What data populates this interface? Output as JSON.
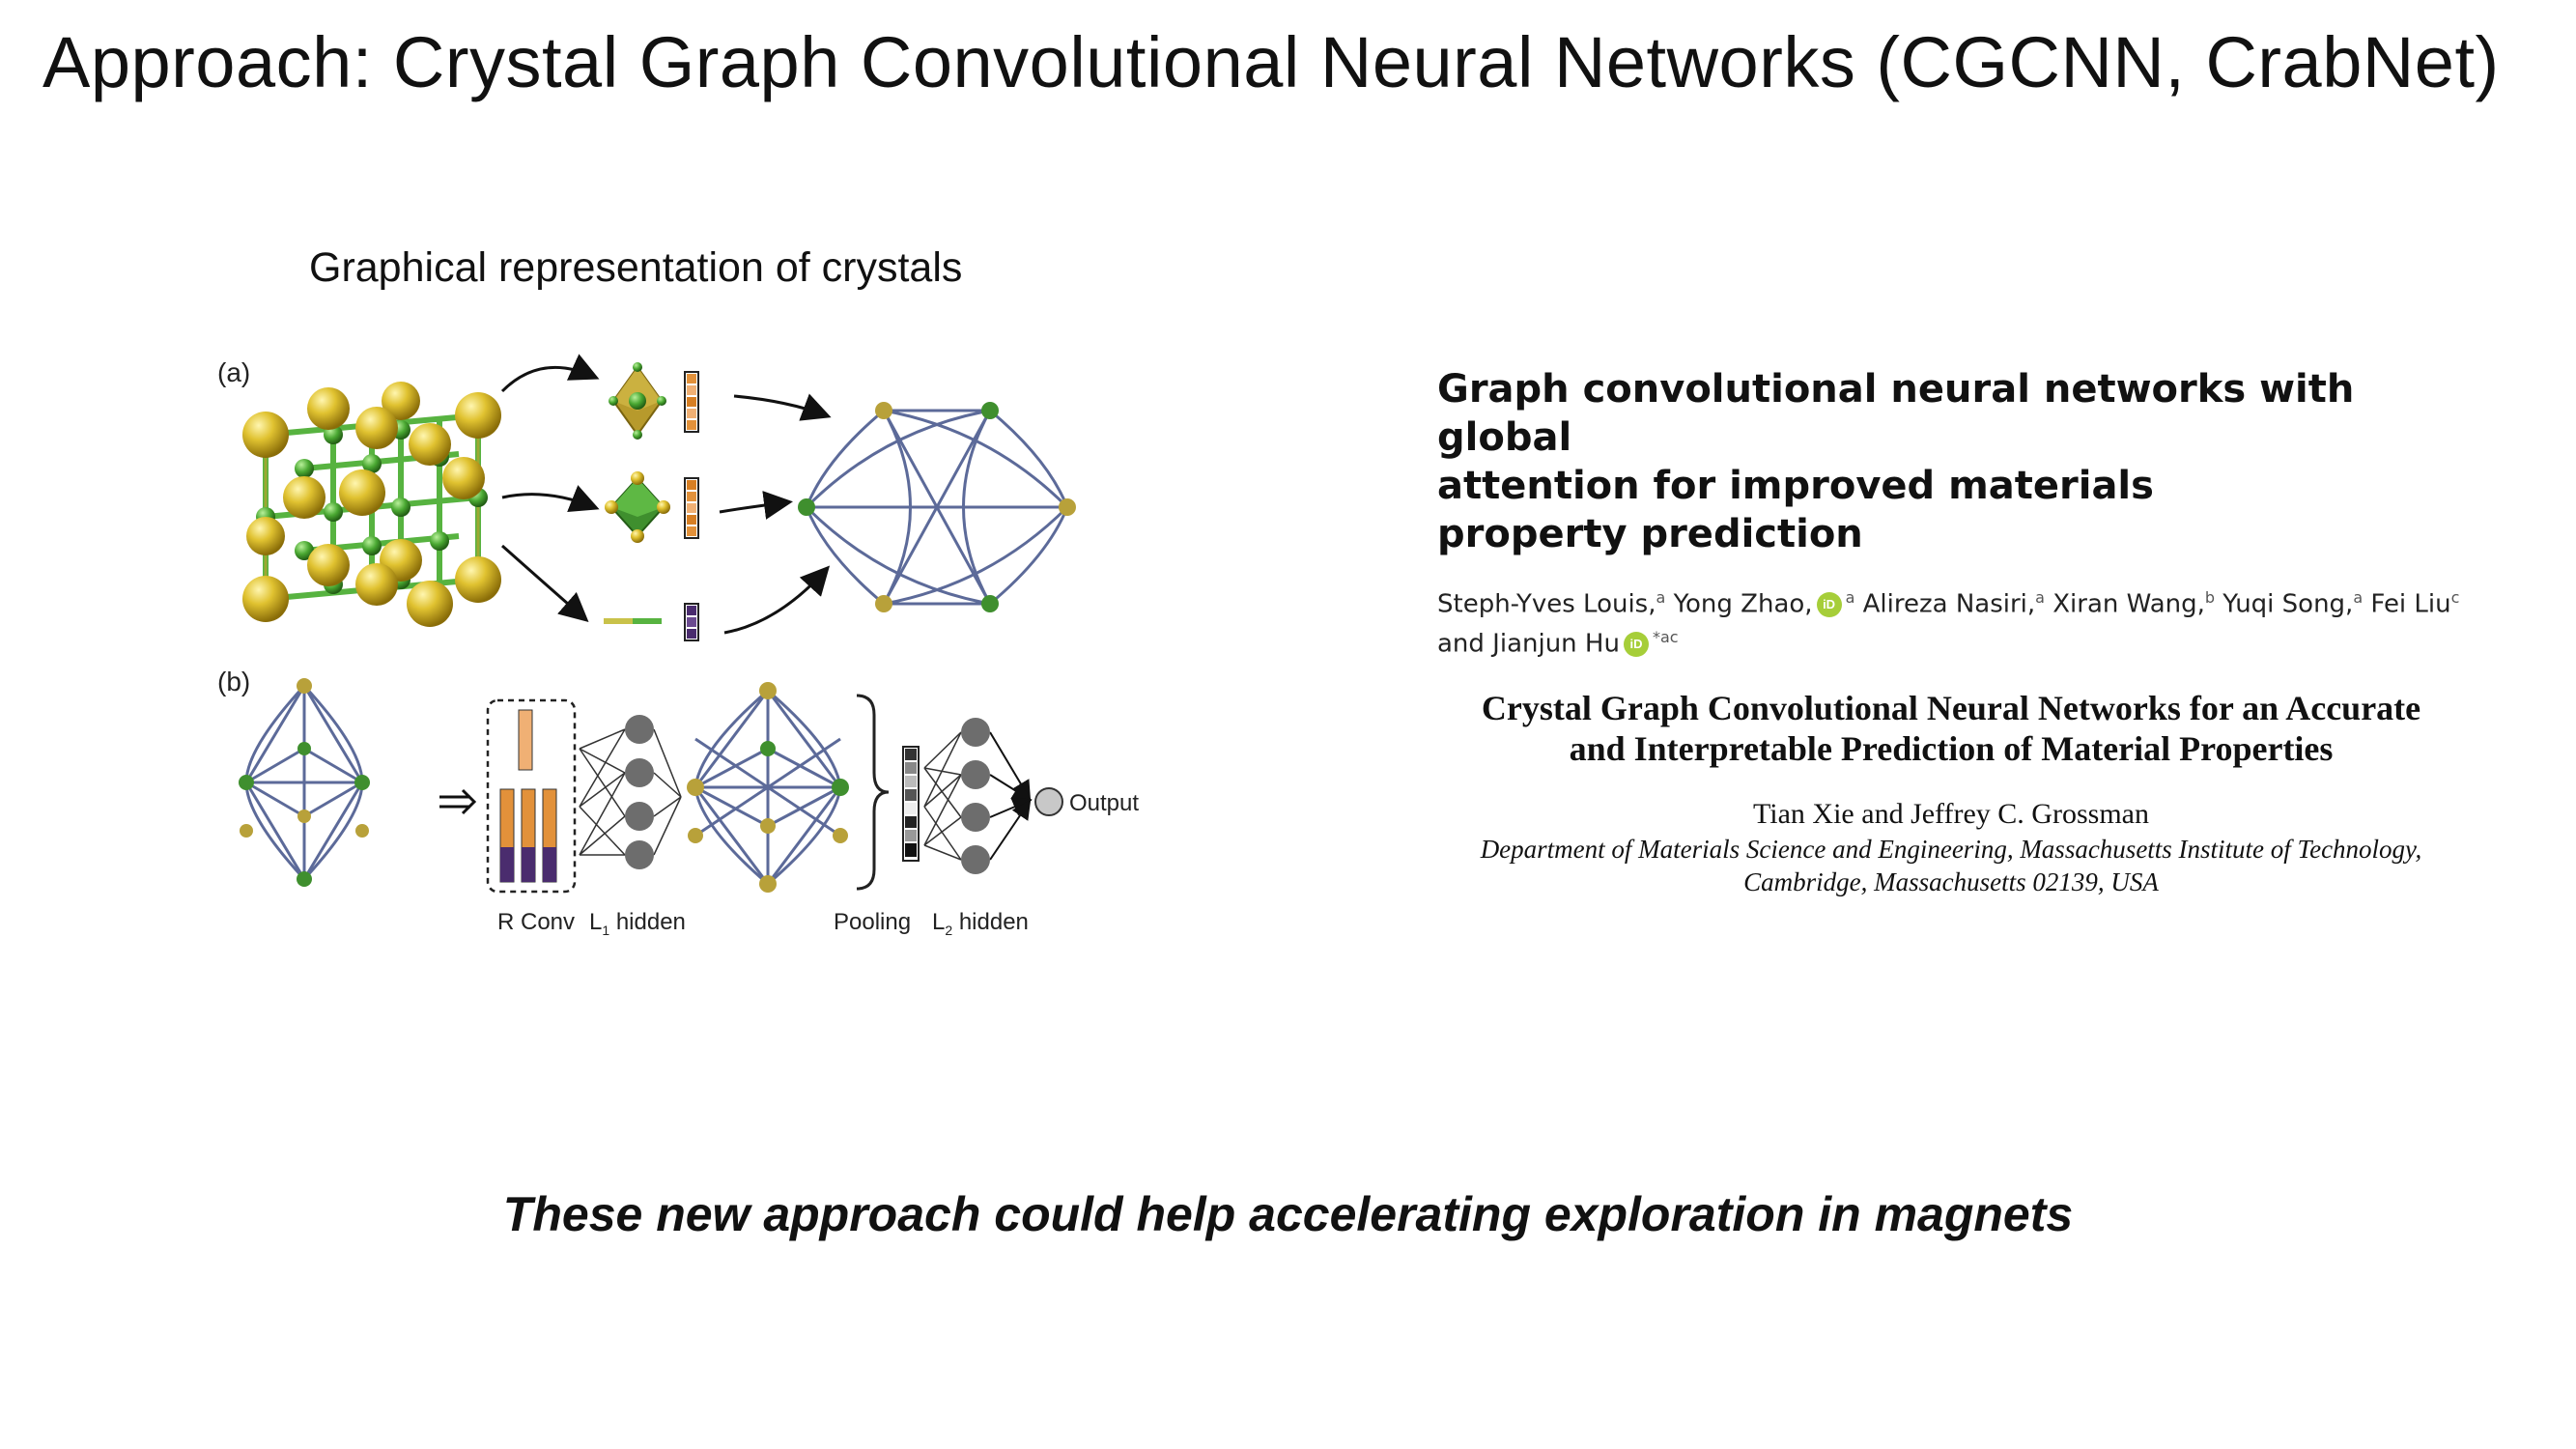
{
  "slide": {
    "title": "Approach: Crystal Graph Convolutional Neural Networks (CGCNN, CrabNet)",
    "tagline": "These new approach could help accelerating exploration in magnets"
  },
  "figure": {
    "caption": "Graphical representation of crystals",
    "panel_a_label": "(a)",
    "panel_b_label": "(b)",
    "output_label": "Output",
    "rconv_label": "R Conv",
    "l1_label": "L",
    "l1_sub": "1",
    "l1_suffix": " hidden",
    "pooling_label": "Pooling",
    "l2_label": "L",
    "l2_sub": "2",
    "l2_suffix": " hidden",
    "colors": {
      "edge": "#5c6a99",
      "node_yellow": "#b8a13a",
      "node_green": "#3f8f2e",
      "atom_gold": "#d9b821",
      "bond_green": "#57b340",
      "orange": "#e2913a",
      "purple": "#4a2c6e",
      "neuron": "#6d6d6d"
    }
  },
  "paper1": {
    "title_line1": "Graph convolutional neural networks with global",
    "title_line2": "attention for improved materials",
    "title_line3": "property prediction",
    "author1": "Steph-Yves Louis,",
    "author1_sup": "a",
    "author2": "Yong Zhao,",
    "author2_sup": "a",
    "author3": "Alireza Nasiri,",
    "author3_sup": "a",
    "author4": "Xiran Wang,",
    "author4_sup": "b",
    "author5": "Yuqi Song,",
    "author5_sup": "a",
    "author6": "Fei Liu",
    "author6_sup": "c",
    "author7": "and Jianjun Hu",
    "author7_sup": "*ac",
    "orcid_mark": "iD"
  },
  "paper2": {
    "title_line1": "Crystal Graph Convolutional Neural Networks for an Accurate",
    "title_line2": "and Interpretable Prediction of Material Properties",
    "authors": "Tian Xie and Jeffrey C. Grossman",
    "affiliation_line1": "Department of Materials Science and Engineering, Massachusetts Institute of Technology,",
    "affiliation_line2": "Cambridge, Massachusetts 02139, USA"
  }
}
